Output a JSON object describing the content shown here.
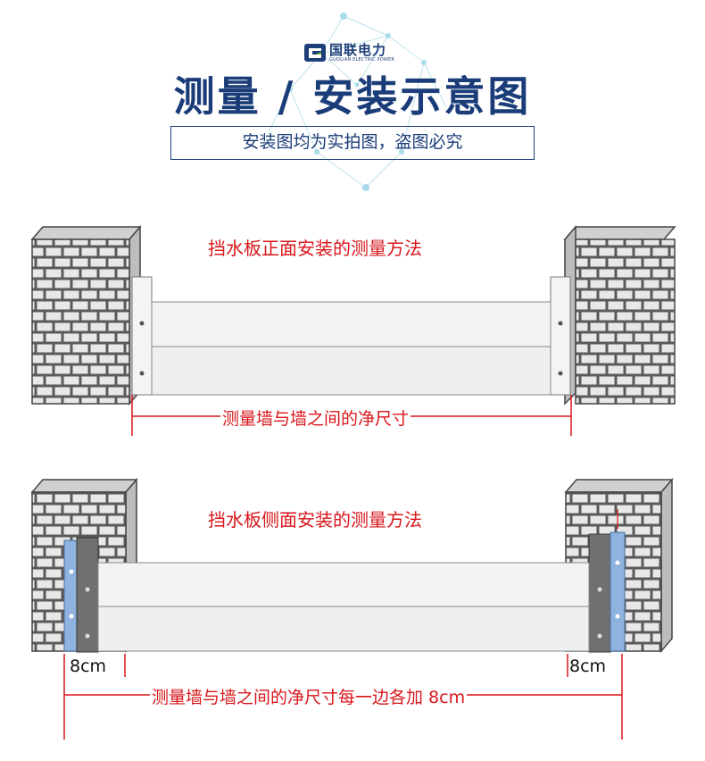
{
  "header": {
    "logo_cn": "国联电力",
    "logo_en": "GUOLIAN ELECTRIC POWER",
    "title": "测量 / 安装示意图",
    "subtitle": "安装图均为实拍图，盗图必究"
  },
  "diagram_front": {
    "caption": "挡水板正面安装的测量方法",
    "dimension_label": "测量墙与墙之间的净尺寸"
  },
  "diagram_side": {
    "caption": "挡水板侧面安装的测量方法",
    "dimension_label": "测量墙与墙之间的净尺寸每一边各加 8cm",
    "left_offset": "8cm",
    "right_offset": "8cm"
  },
  "colors": {
    "title_blue": "#1a3c78",
    "annotation_red": "#d8161b",
    "brick_fill": "#e6e6e6",
    "rail_blue": "#8fb3df",
    "rail_dark": "#707070"
  }
}
